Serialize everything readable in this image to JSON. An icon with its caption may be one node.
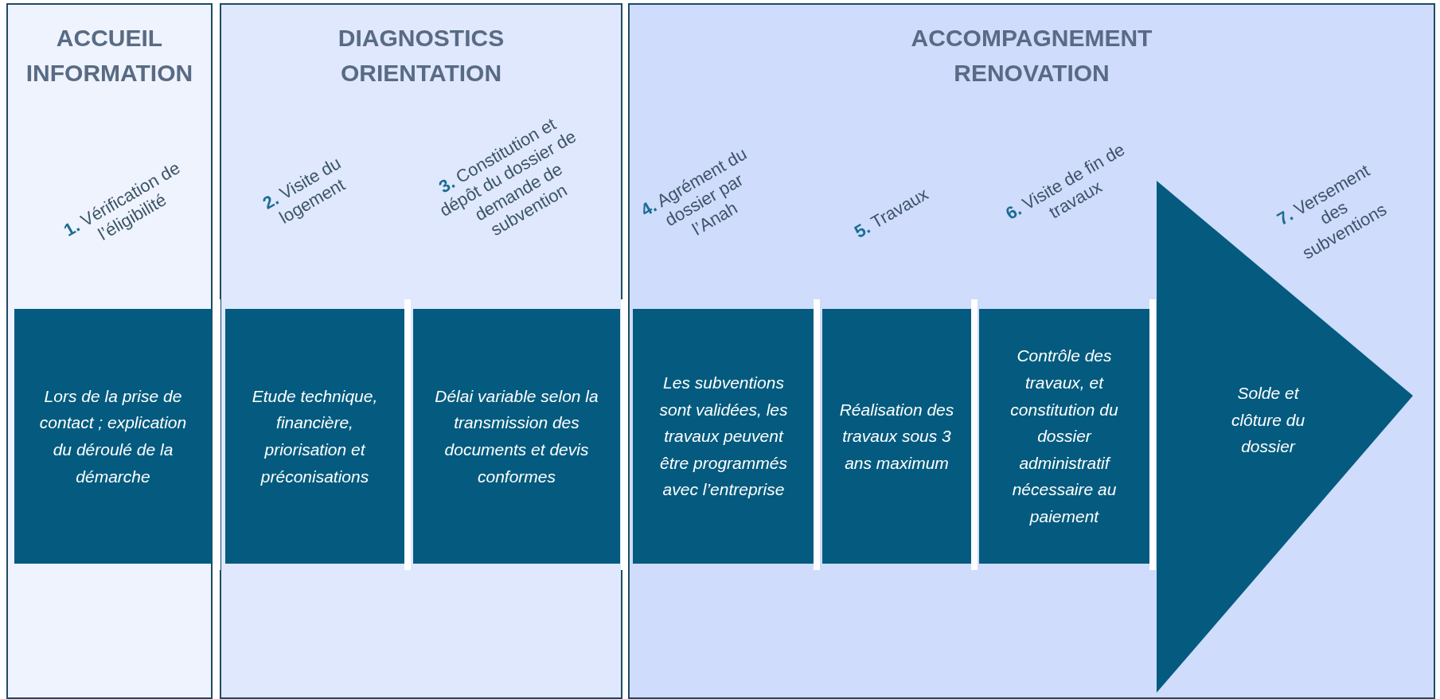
{
  "diagram": {
    "nodes": [
      {
        "text": [
          "ACCUEIL INFORMATION"
        ]
      },
      {
        "text": [
          "DIAGNOSTICS ORIENTATION"
        ]
      },
      {
        "text": [
          "ACCOMPAGNEMENT RENOVATION"
        ]
      },
      {
        "text": [
          "Lors de la prise de contact ; explication du déroulé de la démarche"
        ],
        "in": 0
      },
      {
        "text": [
          "Etude technique, financière, priorisation et préconisations"
        ],
        "in": 1
      },
      {
        "text": [
          "Délai variable selon la transmission des documents et devis conformes"
        ],
        "in": 1
      },
      {
        "text": [
          "Les subventions sont validées, les travaux peuvent être programmés avec l’entreprise"
        ],
        "in": 2
      },
      {
        "text": [
          "Réalisation des travaux sous 3 ans maximum"
        ],
        "in": 2
      },
      {
        "text": [
          "Contrôle des travaux, et constitution du dossier administratif nécessaire au paiement"
        ],
        "in": 2
      },
      {
        "text": [
          "Solde et clôture du dossier"
        ],
        "in": 2
      }
    ],
    "labels": [
      "**1.** Vérification de l’éligibilité",
      "**2.** Visite du logement",
      "**3.** Constitution et dépôt du dossier de demande de subvention",
      "**4.** Agrément du dossier par l’Anah",
      "**5.** Travaux",
      "**6.** Visite de fin de travaux",
      "**7.** Versement des subventions"
    ]
  }
}
